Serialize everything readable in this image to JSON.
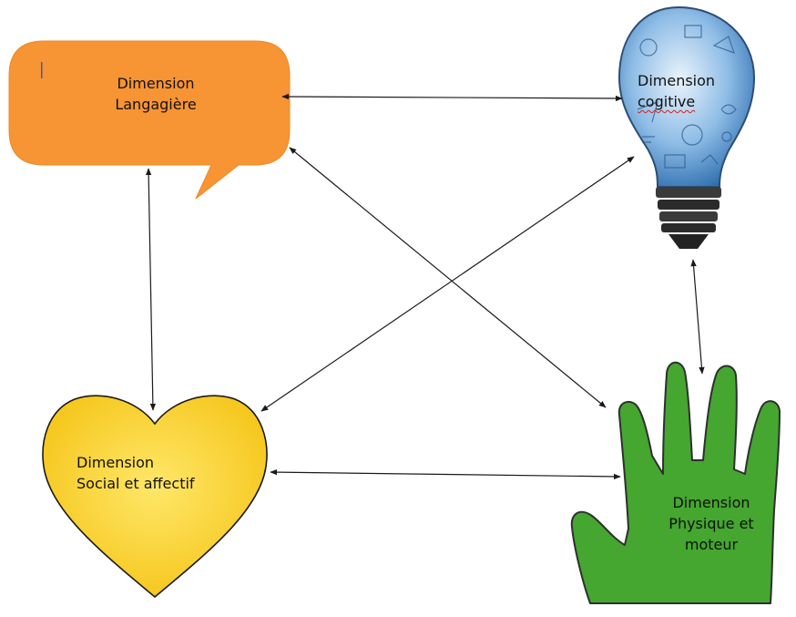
{
  "nodes": {
    "langagiere": {
      "line1": "Dimension",
      "line2": "Langagière",
      "color": "#f79433"
    },
    "cognitive": {
      "line1": "Dimension",
      "line2": "cogitive",
      "color": "#6aa6d8"
    },
    "social": {
      "line1": "Dimension",
      "line2": "Social et affectif",
      "color": "#fdd52a"
    },
    "physique": {
      "line1": "Dimension",
      "line2": "Physique et",
      "line3": "moteur",
      "color": "#45a630"
    }
  },
  "edges": [
    {
      "from": "langagiere",
      "to": "cognitive",
      "direction": "both"
    },
    {
      "from": "langagiere",
      "to": "social",
      "direction": "both"
    },
    {
      "from": "langagiere",
      "to": "physique",
      "direction": "both"
    },
    {
      "from": "cognitive",
      "to": "social",
      "direction": "both"
    },
    {
      "from": "cognitive",
      "to": "physique",
      "direction": "both"
    },
    {
      "from": "social",
      "to": "physique",
      "direction": "both"
    }
  ],
  "colors": {
    "arrow": "#1a1a1a",
    "bulb_outline": "#2d4e74",
    "bulb_base": "#2b2b2b"
  }
}
